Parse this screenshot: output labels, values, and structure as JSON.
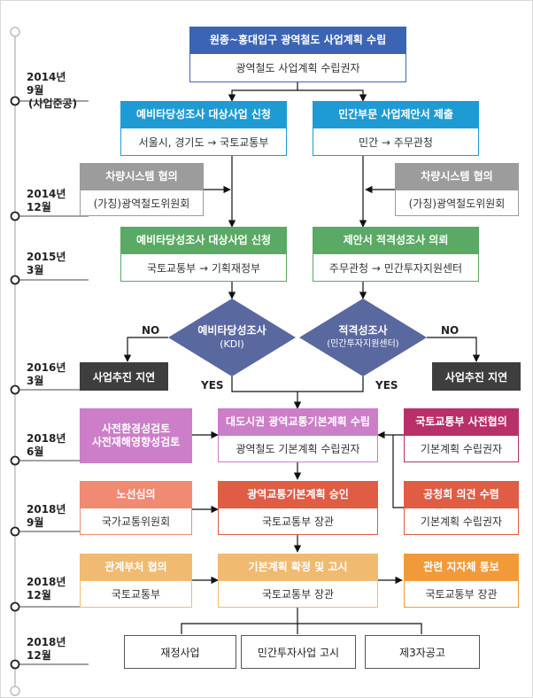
{
  "colors": {
    "navy": "#3b65b4",
    "blue": "#1f9bd4",
    "gray": "#9c9c9c",
    "green": "#5aa964",
    "diamond": "#5a68a0",
    "dark": "#3e3e3e",
    "pink": "#cc7ec8",
    "magenta": "#b8306a",
    "salmon": "#f08a73",
    "red": "#e05c45",
    "peach": "#f0ba71",
    "orange": "#f09a3a"
  },
  "timeline": [
    {
      "line1": "2014년",
      "line2": "9월",
      "line3": "(사업준공)"
    },
    {
      "line1": "2014년",
      "line2": "12월"
    },
    {
      "line1": "2015년",
      "line2": "3월"
    },
    {
      "line1": "2016년",
      "line2": "3월"
    },
    {
      "line1": "2018년",
      "line2": "6월"
    },
    {
      "line1": "2018년",
      "line2": "9월"
    },
    {
      "line1": "2018년",
      "line2": "12월"
    },
    {
      "line1": "2018년",
      "line2": "12월"
    }
  ],
  "boxes": {
    "top": {
      "title": "원종~홍대입구 광역철도 사업계획 수립",
      "body": "광역철도 사업계획 수립권자"
    },
    "prelim_apply": {
      "title": "예비타당성조사 대상사업 신청",
      "body": "서울시, 경기도 → 국토교통부"
    },
    "private_submit": {
      "title": "민간부문 사업제안서 제출",
      "body": "민간 → 주무관청"
    },
    "vehicle_left": {
      "title": "차량시스템 협의",
      "body": "(가칭)광역철도위원회"
    },
    "vehicle_right": {
      "title": "차량시스템 협의",
      "body": "(가칭)광역철도위원회"
    },
    "prelim_apply2": {
      "title": "예비타당성조사 대상사업 신청",
      "body": "국토교통부 → 기획재정부"
    },
    "suitability_req": {
      "title": "제안서 적격성조사 의뢰",
      "body": "주무관청 → 민간투자지원센터"
    },
    "delay_left": {
      "title": "사업추진 지연"
    },
    "delay_right": {
      "title": "사업추진 지연"
    },
    "env_review": {
      "title1": "사전환경성검토",
      "title2": "사전재해영향성검토"
    },
    "basic_plan": {
      "title": "대도시권 광역교통기본계획 수립",
      "body": "광역철도 기본계획 수립권자"
    },
    "pre_consult": {
      "title": "국토교통부 사전협의",
      "body": "기본계획 수립권자"
    },
    "route_review": {
      "title": "노선심의",
      "body": "국가교통위원회"
    },
    "plan_approve": {
      "title": "광역교통기본계획 승인",
      "body": "국토교통부 장관"
    },
    "hearing": {
      "title": "공청회 의견 수렴",
      "body": "기본계획 수립권자"
    },
    "ministry_consult": {
      "title": "관계부처 협의",
      "body": "국토교통부"
    },
    "plan_notice": {
      "title": "기본계획 확정 및 고시",
      "body": "국토교통부 장관"
    },
    "local_notify": {
      "title": "관련 지자체 통보",
      "body": "국토교통부 장관"
    },
    "finance": {
      "title": "재정사업"
    },
    "private_notice": {
      "title": "민간투자사업 고시"
    },
    "third_party": {
      "title": "제3자공고"
    }
  },
  "diamonds": {
    "left": {
      "title": "예비타당성조사",
      "sub": "(KDI)"
    },
    "right": {
      "title": "적격성조사",
      "sub": "(민간투자지원센터)"
    }
  },
  "labels": {
    "no": "NO",
    "yes": "YES"
  }
}
